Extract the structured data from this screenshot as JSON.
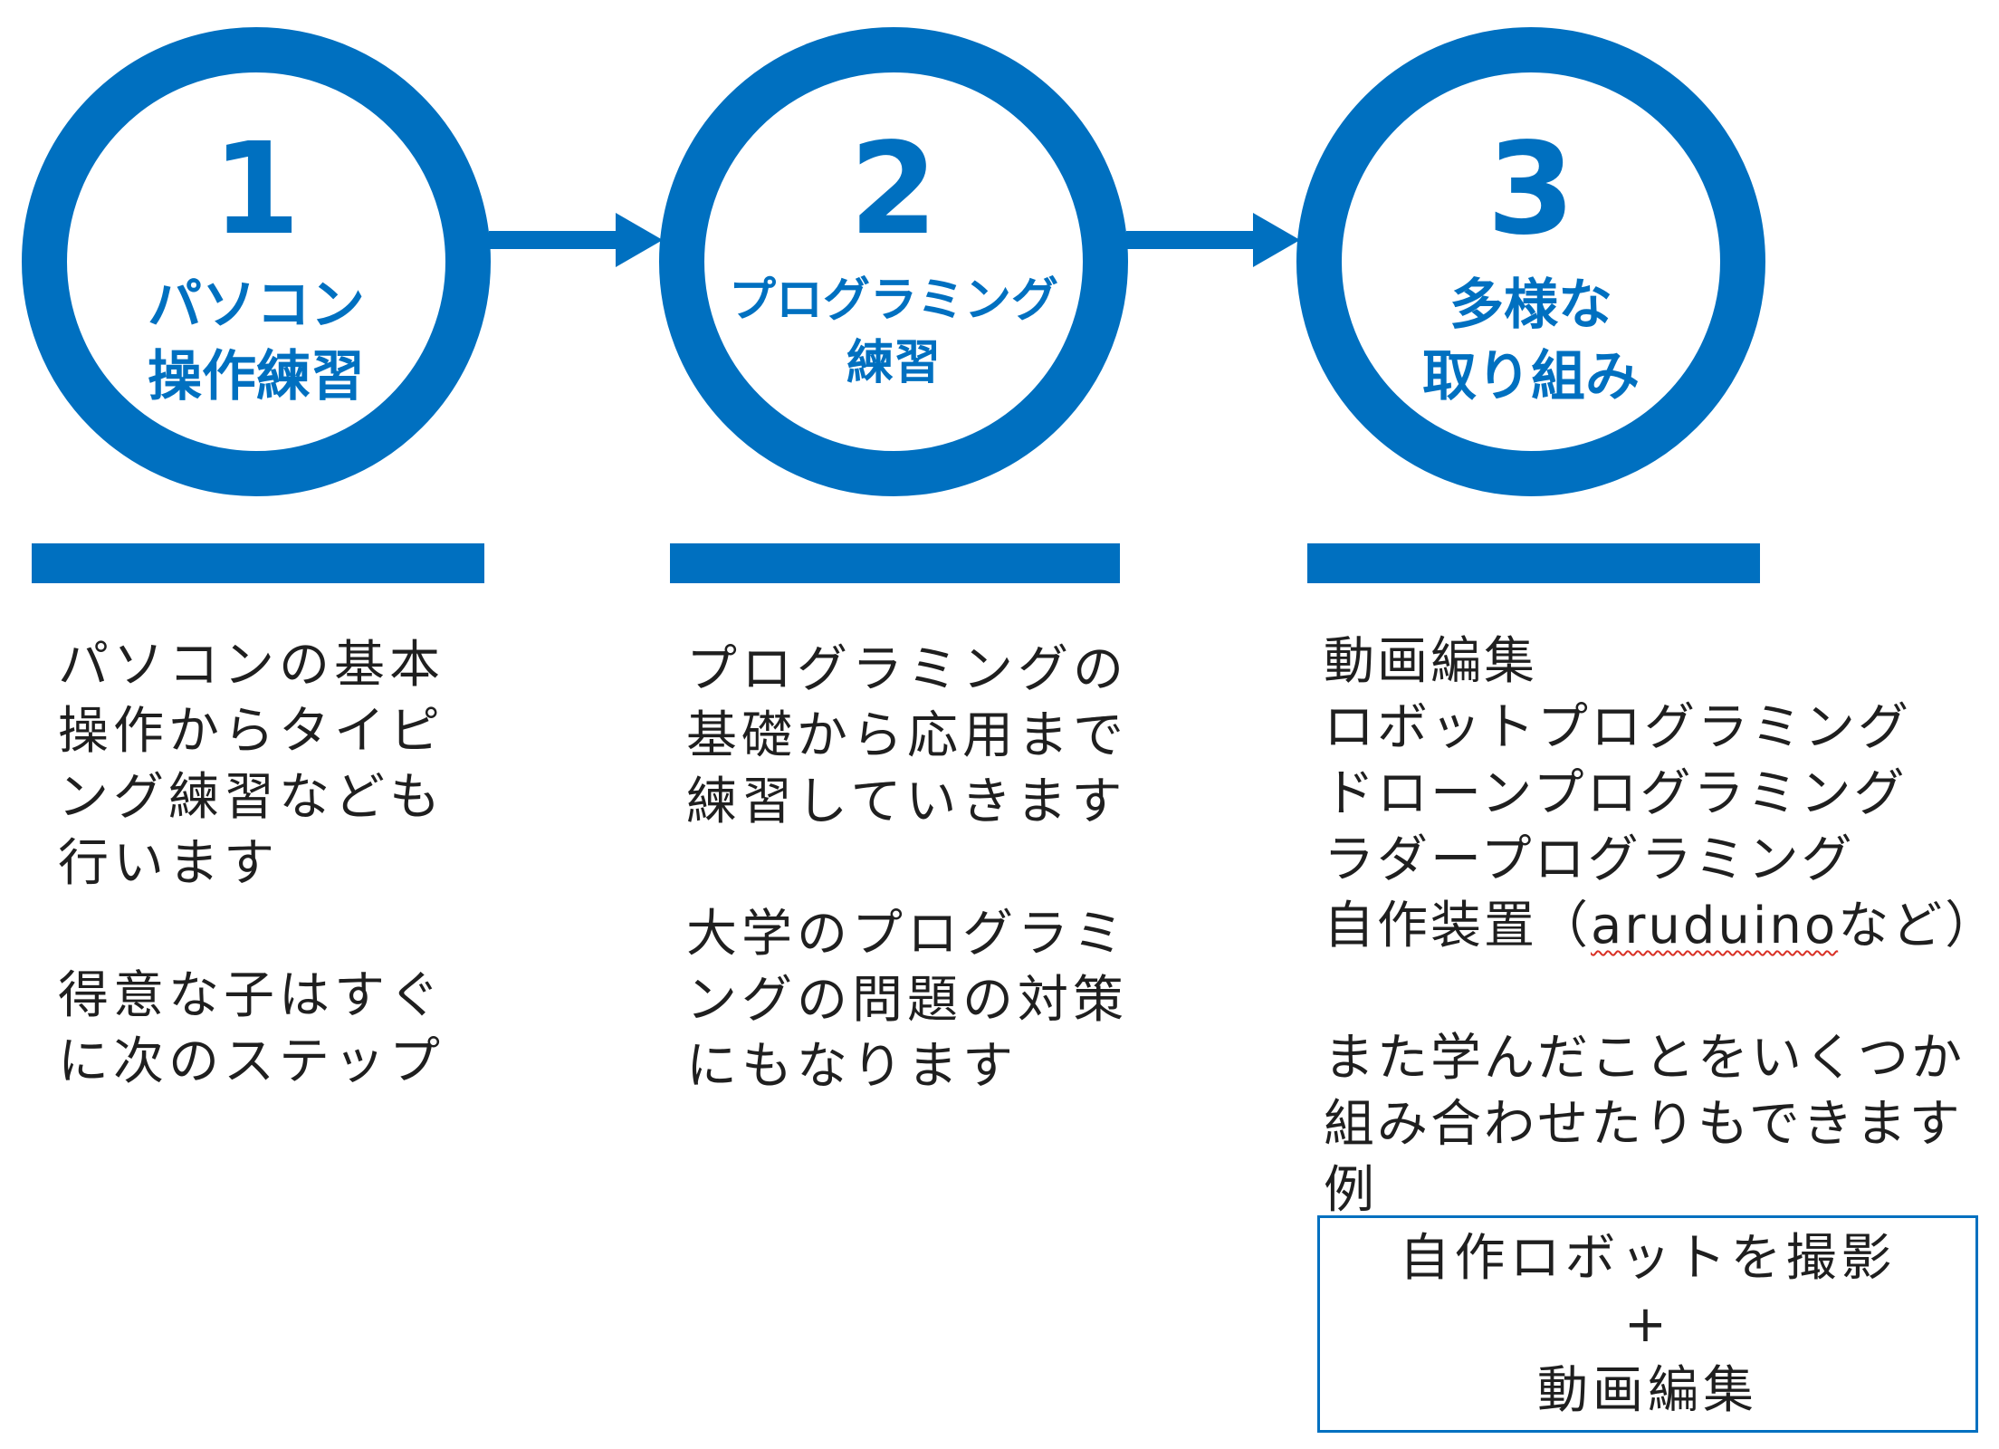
{
  "colors": {
    "accent": "#0070c0",
    "text": "#1f1f1f",
    "spellcheck": "#d93025"
  },
  "steps": [
    {
      "number": "1",
      "title_lines": [
        "パソコン",
        "操作練習"
      ],
      "description_lines": [
        "パソコンの基本",
        "操作からタイピ",
        "ング練習なども",
        "行います",
        "",
        "得意な子はすぐ",
        "に次のステップ"
      ]
    },
    {
      "number": "2",
      "title_lines": [
        "プログラミング",
        "練習"
      ],
      "description_lines": [
        "プログラミングの",
        "基礎から応用まで",
        "練習していきます",
        "",
        "大学のプログラミ",
        "ングの問題の対策",
        "にもなります"
      ]
    },
    {
      "number": "3",
      "title_lines": [
        "多様な",
        "取り組み"
      ],
      "description_lines": [
        "動画編集",
        "ロボットプログラミング",
        "ドローンプログラミング",
        "ラダープログラミング",
        "自作装置（aruduinoなど）",
        "",
        "また学んだことをいくつか",
        "組み合わせたりもできます",
        "例"
      ],
      "example_lines": [
        "自作ロボットを撮影",
        "+",
        "動画編集"
      ]
    }
  ]
}
